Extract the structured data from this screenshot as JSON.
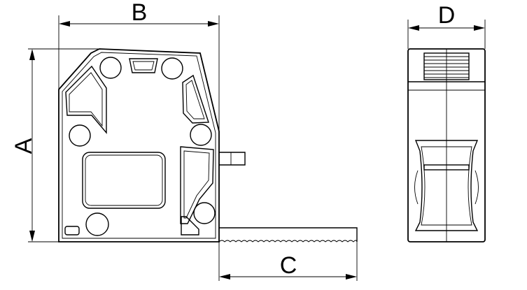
{
  "dimensions": {
    "a_label": "A",
    "b_label": "B",
    "c_label": "C",
    "d_label": "D"
  },
  "colors": {
    "line": "#000000",
    "background": "#ffffff"
  }
}
